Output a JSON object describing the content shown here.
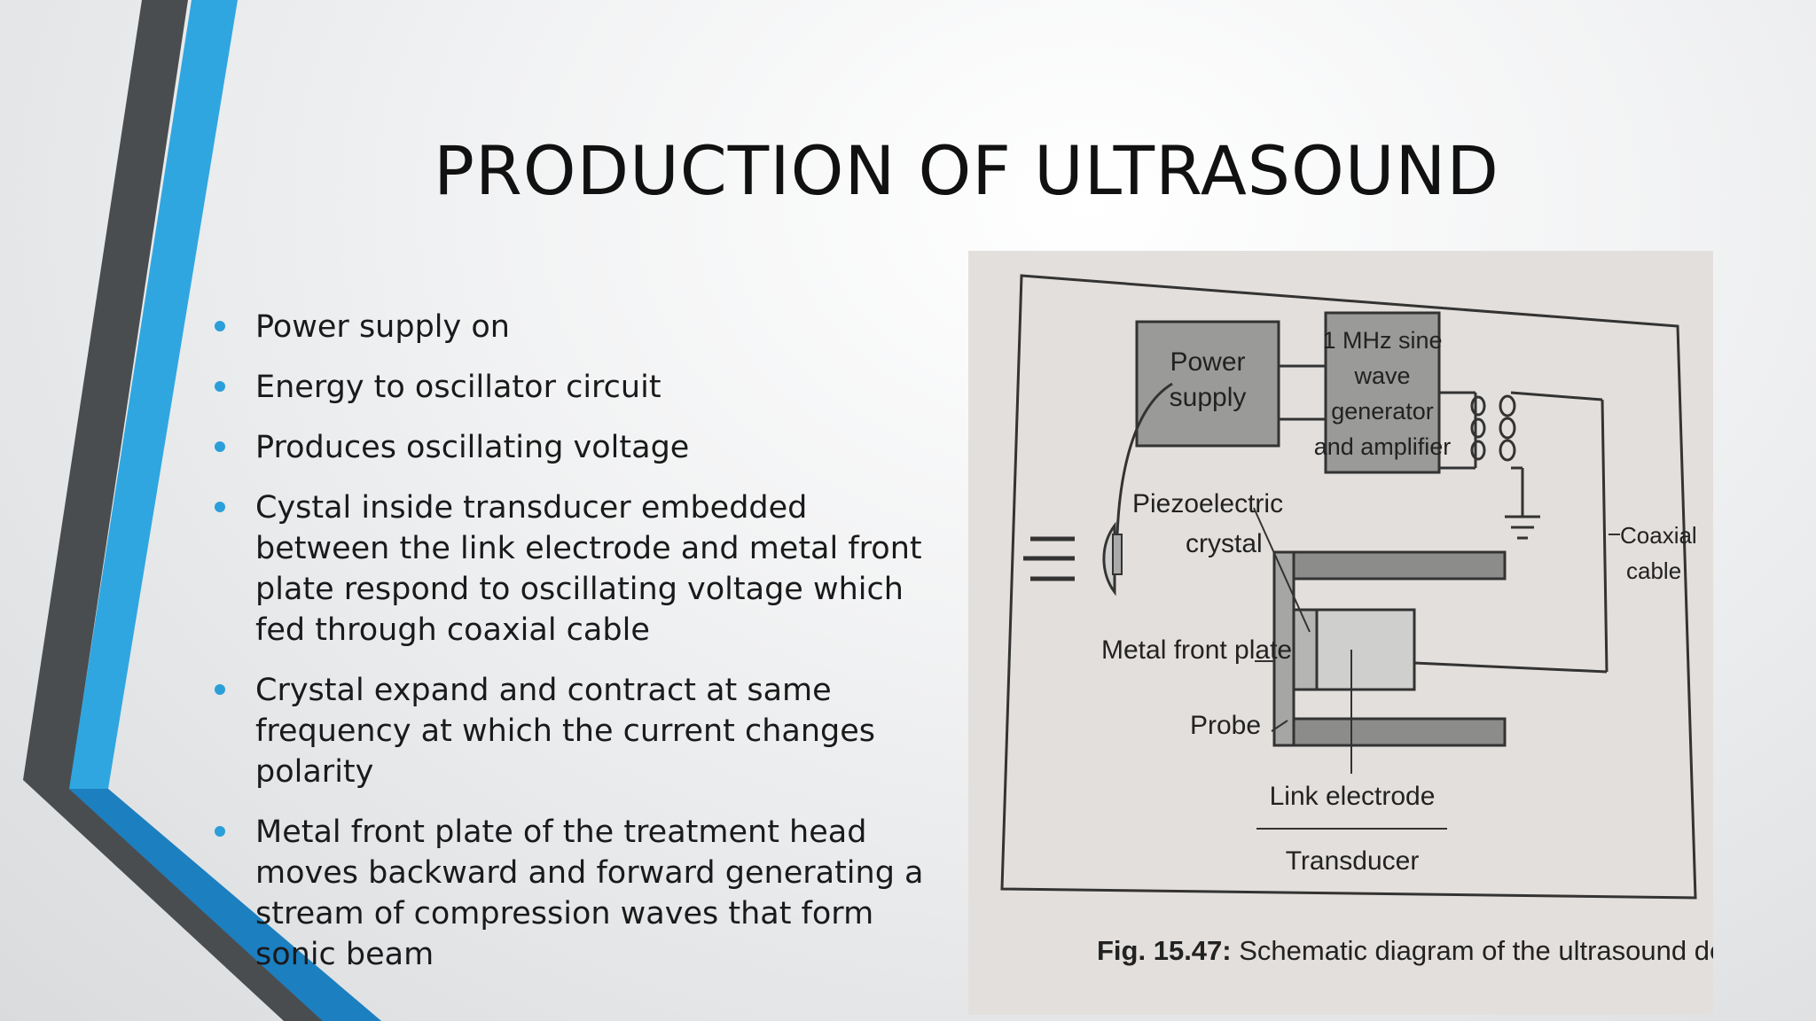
{
  "slide": {
    "title": "PRODUCTION OF ULTRASOUND",
    "bullets": [
      "Power supply on",
      "Energy to oscillator circuit",
      "Produces oscillating voltage",
      "Cystal inside transducer embedded between the link electrode and metal front plate respond to oscillating voltage which fed through coaxial cable",
      "Crystal expand and contract at same frequency at which the current changes polarity",
      "Metal front plate of the treatment head moves backward and forward generating a stream of compression waves that form sonic beam"
    ]
  },
  "diagram": {
    "power_supply": [
      "Power",
      "supply"
    ],
    "generator": [
      "1 MHz sine",
      "wave",
      "generator",
      "and amplifier"
    ],
    "piezo": [
      "Piezoelectric",
      "crystal"
    ],
    "metal_plate": "Metal front plate",
    "probe": "Probe",
    "coaxial": [
      "Coaxial",
      "cable"
    ],
    "link_electrode": "Link electrode",
    "transducer": "Transducer",
    "caption_bold": "Fig. 15.47:",
    "caption_text": " Schematic diagram of the ultrasound device."
  },
  "colors": {
    "accent_blue": "#2b9fd9",
    "dark_gray": "#4a4d50",
    "bullet": "#2b9fd9"
  }
}
